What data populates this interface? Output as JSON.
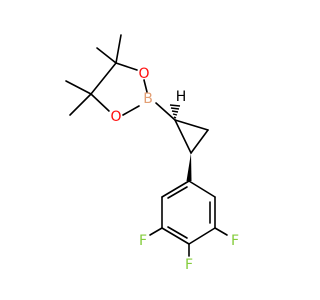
{
  "molecule": {
    "atoms": {
      "boron": "B",
      "oxygen_top": "O",
      "oxygen_bottom": "O",
      "hydrogen": "H",
      "fluorine_left": "F",
      "fluorine_bottom": "F",
      "fluorine_right": "F"
    },
    "colors": {
      "bond": "#000000",
      "boron": "#e39f74",
      "oxygen": "#ff0d0d",
      "fluorine": "#84cc3c",
      "hydrogen": "#000000"
    }
  }
}
